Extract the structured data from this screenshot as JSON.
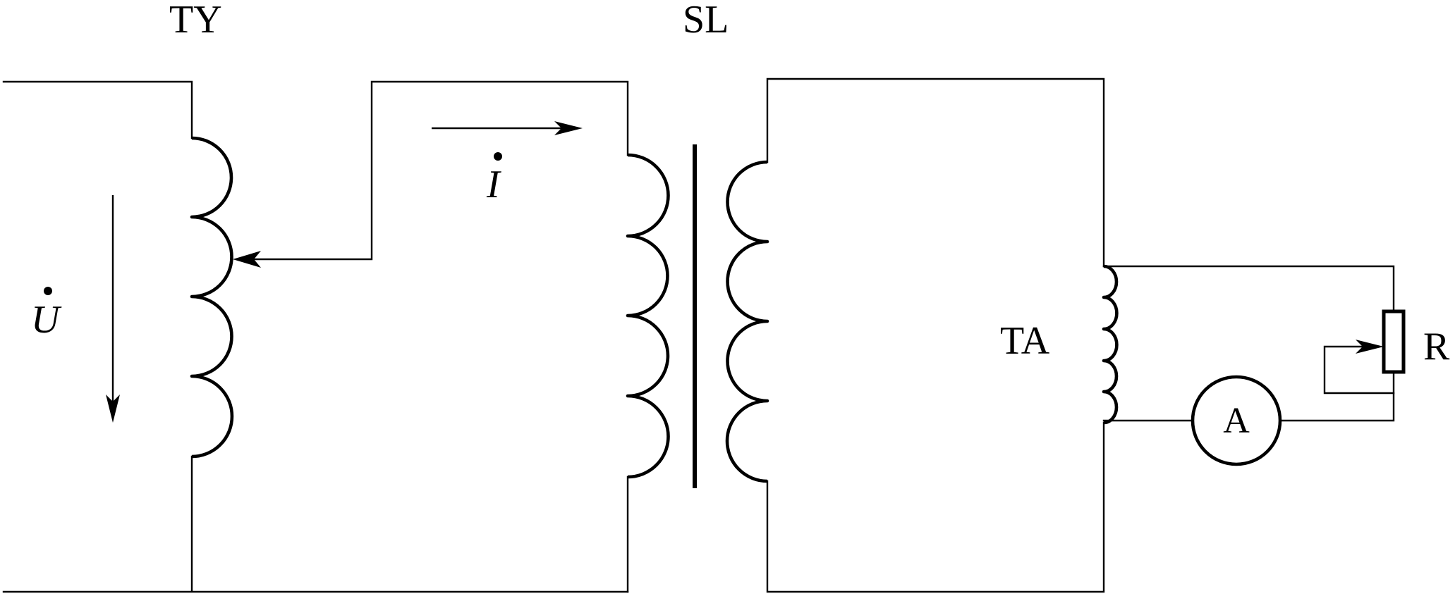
{
  "labels": {
    "regulator": "TY",
    "transformer": "SL",
    "current_transformer": "TA",
    "resistor": "R",
    "ammeter": "A",
    "voltage": "U",
    "current": "I"
  }
}
